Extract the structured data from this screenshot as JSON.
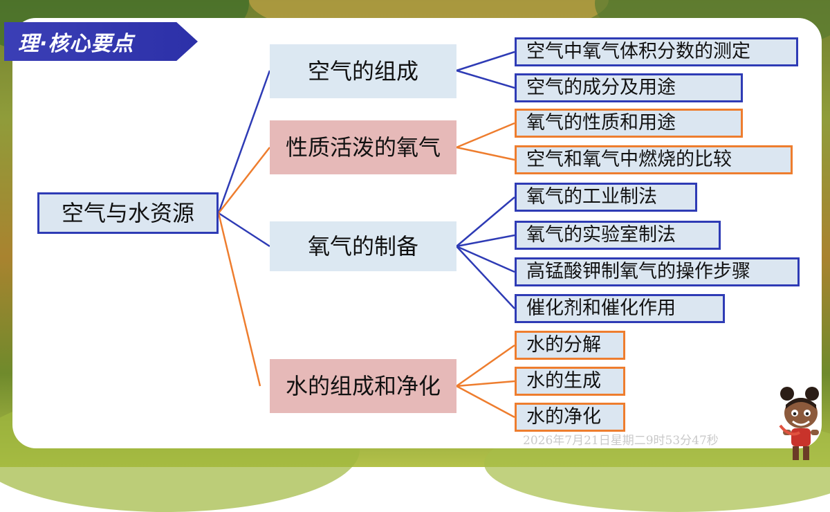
{
  "header": {
    "title": "理·核心要点"
  },
  "root": {
    "label": "空气与水资源"
  },
  "topics": [
    {
      "label": "空气的组成",
      "color": "blue",
      "items": [
        "空气中氧气体积分数的测定",
        "空气的成分及用途"
      ]
    },
    {
      "label": "性质活泼的氧气",
      "color": "orange",
      "items": [
        "氧气的性质和用途",
        "空气和氧气中燃烧的比较"
      ]
    },
    {
      "label": "氧气的制备",
      "color": "blue",
      "items": [
        "氧气的工业制法",
        "氧气的实验室制法",
        "高锰酸钾制氧气的操作步骤",
        "催化剂和催化作用"
      ]
    },
    {
      "label": "水的组成和净化",
      "color": "orange",
      "items": [
        "水的分解",
        "水的生成",
        "水的净化"
      ]
    }
  ],
  "colors": {
    "blue_line": "#2e3bb5",
    "orange_line": "#ee7d2e",
    "title_bg": "#2c30a8"
  },
  "footer": {
    "timestamp": "2026年7月21日星期二9时53分47秒"
  }
}
